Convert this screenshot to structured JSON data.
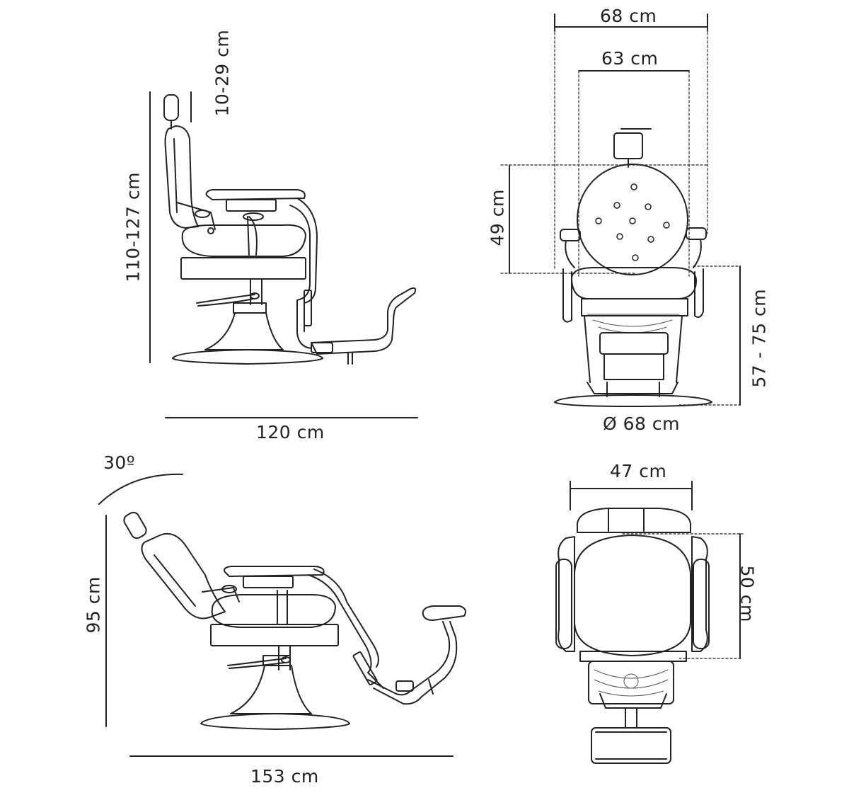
{
  "views": {
    "side_upright": {
      "height_label": "110-127 cm",
      "headrest_label": "10-29 cm",
      "length_label": "120 cm"
    },
    "front": {
      "width_outer_label": "68 cm",
      "width_inner_label": "63 cm",
      "back_label": "49 cm",
      "seat_height_label": "57 - 75 cm",
      "base_label": "Ø 68 cm"
    },
    "side_reclined": {
      "angle_label": "30º",
      "height_label": "95 cm",
      "length_label": "153 cm"
    },
    "top": {
      "width_label": "47 cm",
      "depth_label": "50 cm"
    }
  },
  "colors": {
    "line": "#222222",
    "dotted": "#444444"
  }
}
